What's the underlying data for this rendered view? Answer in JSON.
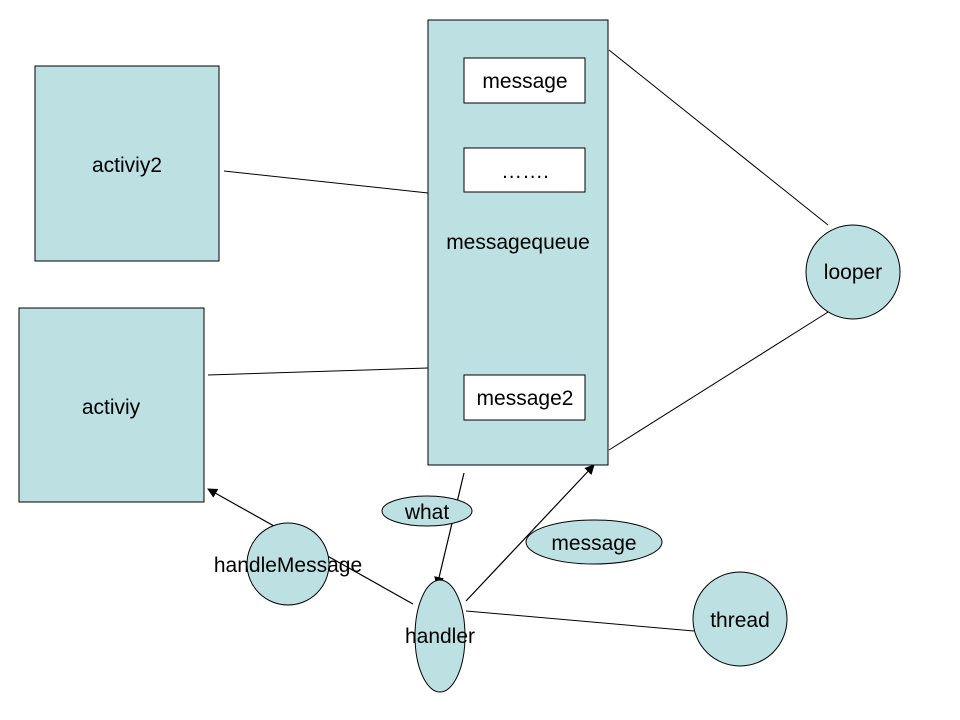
{
  "colors": {
    "shape_fill": "#bde1e3",
    "stroke": "#000000",
    "message_fill": "#ffffff",
    "background": "#ffffff"
  },
  "nodes": {
    "activiy2": "activiy2",
    "activiy": "activiy",
    "messagequeue": "messagequeue",
    "message_top": "message",
    "ellipsis": "…….",
    "message2": "message2",
    "looper": "looper",
    "what": "what",
    "message_label": "message",
    "handle_message": "handleMessage",
    "handler": "handler",
    "thread": "thread"
  }
}
